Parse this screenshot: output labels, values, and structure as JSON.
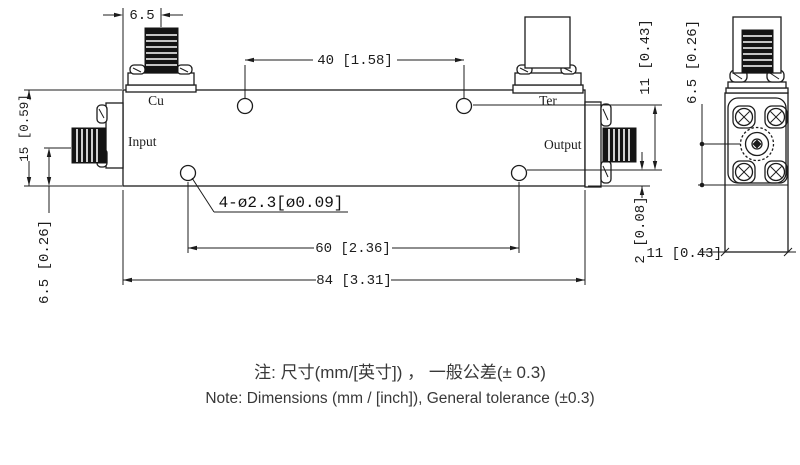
{
  "drawing": {
    "port_labels": {
      "coupled": "Cu",
      "input": "Input",
      "output": "Output",
      "termination": "Ter"
    },
    "hole_callout": "4-ø2.3[ø0.09]",
    "dimensions": {
      "coupled_port_offset": "6.5",
      "top_hole_spacing": "40 [1.58]",
      "body_height": "15 [0.59]",
      "connector_bottom_offset": "6.5 [0.26]",
      "bottom_hole_spacing": "60 [2.36]",
      "body_length": "84 [3.31]",
      "right_hole_row_spacing": "11 [0.43]",
      "hole_bottom_edge_offset": "2 [0.08]",
      "end_connector_offset": "6.5 [0.26]",
      "end_body_width": "11 [0.43]"
    },
    "notes": {
      "line1_zh": "注: 尺寸(mm/[英寸]) ， 一般公差(± 0.3)",
      "line2_en": "Note: Dimensions (mm / [inch]), General tolerance (±0.3)"
    },
    "colors": {
      "line": "#1c1c1c",
      "note_text": "#383838",
      "background": "#ffffff"
    }
  }
}
